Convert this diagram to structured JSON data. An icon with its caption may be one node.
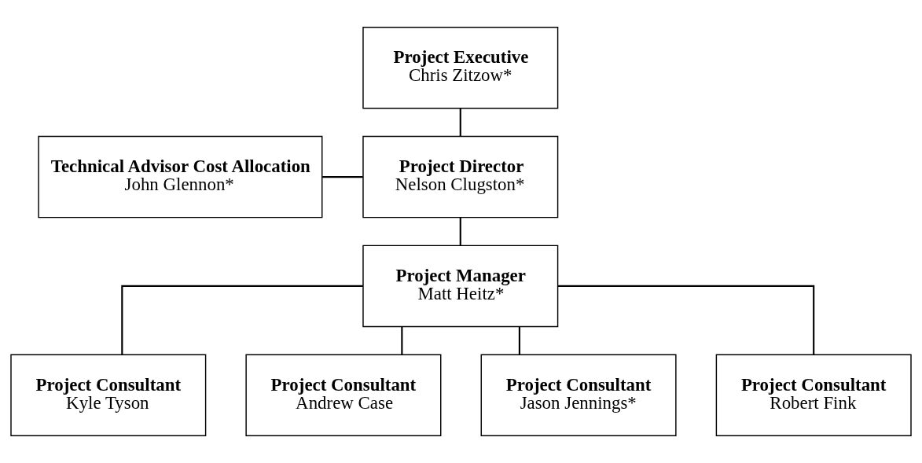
{
  "diagram": {
    "nodes": [
      {
        "text": [
          "Project Executive",
          "Chris Zitzow*"
        ]
      },
      {
        "text": [
          "Project Director",
          "Nelson Clugston*"
        ]
      },
      {
        "text": [
          "Technical Advisor Cost Allocation",
          "John Glennon*"
        ]
      },
      {
        "text": [
          "Project Manager",
          "Matt Heitz*"
        ]
      },
      {
        "text": [
          "Project Consultant",
          "Kyle Tyson"
        ]
      },
      {
        "text": [
          "Project Consultant",
          "Andrew Case"
        ]
      },
      {
        "text": [
          "Project Consultant",
          "Jason Jennings*"
        ]
      },
      {
        "text": [
          "Project Consultant",
          "Robert Fink"
        ]
      }
    ],
    "edges": [
      {
        "from": 0,
        "to": 1,
        "arrow": "none"
      },
      {
        "from": 2,
        "to": 1,
        "arrow": "none"
      },
      {
        "from": 1,
        "to": 3,
        "arrow": "none"
      },
      {
        "from": 3,
        "to": 4,
        "arrow": "none"
      },
      {
        "from": 3,
        "to": 5,
        "arrow": "none"
      },
      {
        "from": 3,
        "to": 6,
        "arrow": "none"
      },
      {
        "from": 3,
        "to": 7,
        "arrow": "none"
      }
    ]
  }
}
